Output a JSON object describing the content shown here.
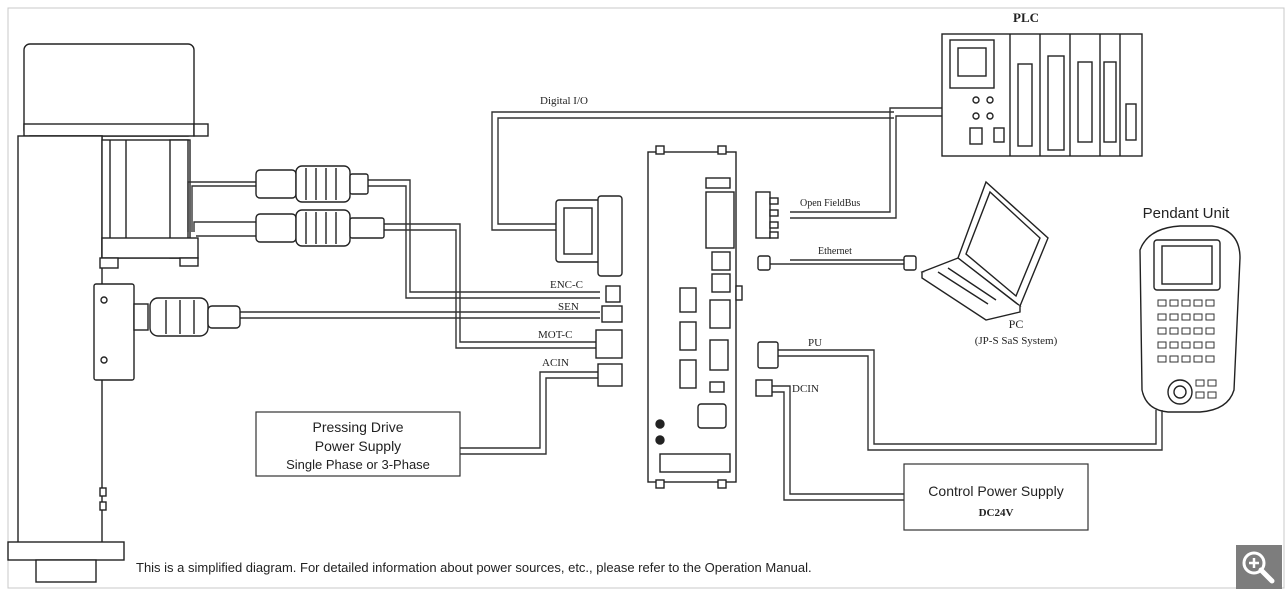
{
  "labels": {
    "plc": "PLC",
    "digital_io": "Digital I/O",
    "open_fieldbus": "Open FieldBus",
    "ethernet": "Ethernet",
    "pendant_unit": "Pendant Unit",
    "pc": "PC",
    "pc_sub": "(JP-S SaS System)",
    "enc_c": "ENC-C",
    "sen": "SEN",
    "mot_c": "MOT-C",
    "acin": "ACIN",
    "pu": "PU",
    "dcin": "DCIN",
    "pressing_drive": [
      "Pressing Drive",
      "Power Supply",
      "Single Phase or 3-Phase"
    ],
    "control_power": "Control Power Supply",
    "control_power_sub": "DC24V"
  },
  "footer_note": "This is a simplified diagram. For detailed information about power sources, etc., please refer to the Operation Manual.",
  "icons": {
    "zoom": "zoom-in-icon"
  }
}
